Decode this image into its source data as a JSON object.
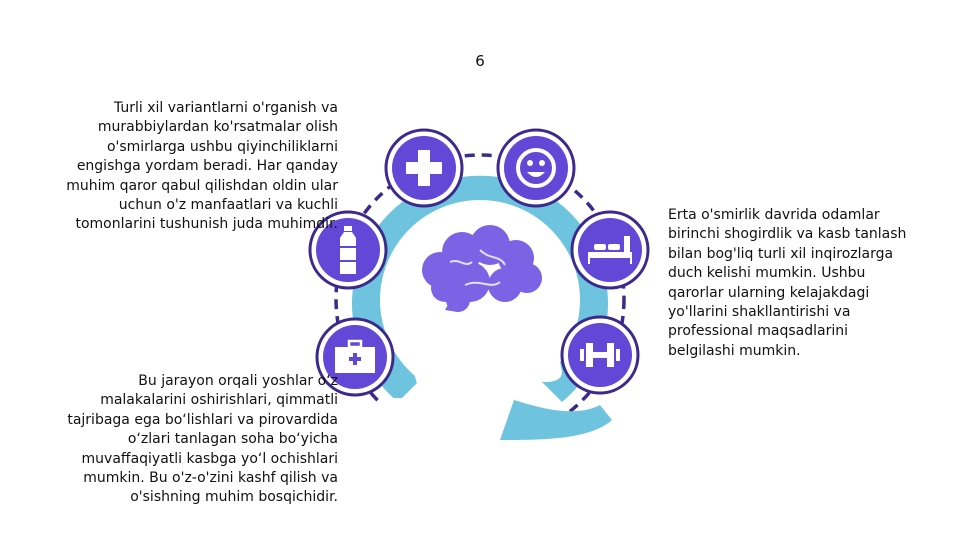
{
  "page_number": "6",
  "text_top_left": [
    "Turli xil variantlarni o'rganish va",
    "murabbiylardan ko'rsatmalar olish",
    "o'smirlarga ushbu qiyinchiliklarni",
    "engishga yordam beradi. Har qanday",
    "muhim qaror qabul qilishdan oldin ular",
    "uchun o'z manfaatlari va kuchli",
    "tomonlarini tushunish juda muhimdir."
  ],
  "text_bottom_left": [
    "Bu jarayon orqali yoshlar o‘z",
    "malakalarini oshirishlari, qimmatli",
    "tajribaga ega bo‘lishlari va pirovardida",
    "o‘zlari tanlagan soha bo‘yicha",
    "muvaffaqiyatli kasbga yo‘l ochishlari",
    "mumkin. Bu o'z-o'zini kashf qilish va",
    "o'sishning muhim bosqichidir."
  ],
  "text_right": [
    "Erta o'smirlik davrida odamlar",
    "birinchi shogirdlik va kasb tanlash",
    "bilan bog'liq turli xil inqirozlarga",
    "duch kelishi mumkin. Ushbu",
    "qarorlar ularning kelajakdagi",
    "yo'llarini shakllantirishi va",
    "professional maqsadlarini",
    "belgilashi mumkin."
  ],
  "icons": [
    "plus-icon",
    "smiley-icon",
    "bed-icon",
    "dumbbell-icon",
    "bottle-icon",
    "medkit-icon",
    "brain-icon",
    "head-icon"
  ],
  "colors": {
    "ring": "#6ec3df",
    "icon_fill": "#6248d6",
    "outline": "#3b2a8c",
    "brain": "#7b63e6"
  }
}
